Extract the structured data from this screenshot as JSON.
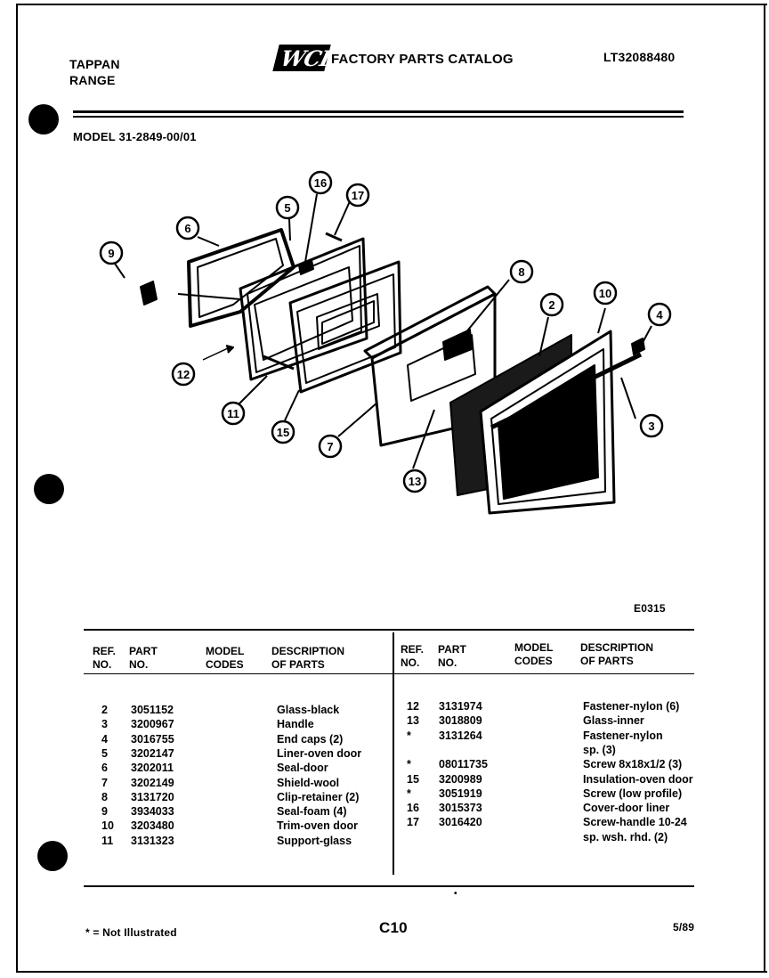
{
  "header": {
    "brand_line1": "TAPPAN",
    "brand_line2": "RANGE",
    "logo_text": "WCI",
    "catalog_title": "FACTORY PARTS CATALOG",
    "catalog_number": "LT32088480",
    "model": "MODEL 31-2849-00/01"
  },
  "diagram": {
    "code": "E0315",
    "callouts": [
      "9",
      "6",
      "5",
      "16",
      "17",
      "8",
      "2",
      "10",
      "4",
      "12",
      "11",
      "15",
      "7",
      "13",
      "3"
    ]
  },
  "table": {
    "headers": {
      "ref": "REF.\nNO.",
      "part": "PART\nNO.",
      "model": "MODEL\nCODES",
      "desc": "DESCRIPTION\nOF PARTS"
    },
    "left_rows": [
      {
        "ref": "2",
        "part": "3051152",
        "model": "",
        "desc": "Glass-black"
      },
      {
        "ref": "3",
        "part": "3200967",
        "model": "",
        "desc": "Handle"
      },
      {
        "ref": "4",
        "part": "3016755",
        "model": "",
        "desc": "End caps (2)"
      },
      {
        "ref": "5",
        "part": "3202147",
        "model": "",
        "desc": "Liner-oven door"
      },
      {
        "ref": "6",
        "part": "3202011",
        "model": "",
        "desc": "Seal-door"
      },
      {
        "ref": "7",
        "part": "3202149",
        "model": "",
        "desc": "Shield-wool"
      },
      {
        "ref": "8",
        "part": "3131720",
        "model": "",
        "desc": "Clip-retainer (2)"
      },
      {
        "ref": "9",
        "part": "3934033",
        "model": "",
        "desc": "Seal-foam (4)"
      },
      {
        "ref": "10",
        "part": "3203480",
        "model": "",
        "desc": "Trim-oven door"
      },
      {
        "ref": "11",
        "part": "3131323",
        "model": "",
        "desc": "Support-glass"
      }
    ],
    "right_rows": [
      {
        "ref": "12",
        "part": "3131974",
        "model": "",
        "desc": "Fastener-nylon (6)"
      },
      {
        "ref": "13",
        "part": "3018809",
        "model": "",
        "desc": "Glass-inner"
      },
      {
        "ref": "*",
        "part": "3131264",
        "model": "",
        "desc": "Fastener-nylon"
      },
      {
        "ref": "",
        "part": "",
        "model": "",
        "desc": "sp. (3)"
      },
      {
        "ref": "*",
        "part": "08011735",
        "model": "",
        "desc": "Screw 8x18x1/2 (3)"
      },
      {
        "ref": "15",
        "part": "3200989",
        "model": "",
        "desc": "Insulation-oven door"
      },
      {
        "ref": "*",
        "part": "3051919",
        "model": "",
        "desc": "Screw (low profile)"
      },
      {
        "ref": "16",
        "part": "3015373",
        "model": "",
        "desc": "Cover-door liner"
      },
      {
        "ref": "17",
        "part": "3016420",
        "model": "",
        "desc": "Screw-handle 10-24"
      },
      {
        "ref": "",
        "part": "",
        "model": "",
        "desc": "sp. wsh. rhd. (2)"
      }
    ]
  },
  "footer": {
    "note": "* = Not Illustrated",
    "page": "C10",
    "date": "5/89"
  }
}
